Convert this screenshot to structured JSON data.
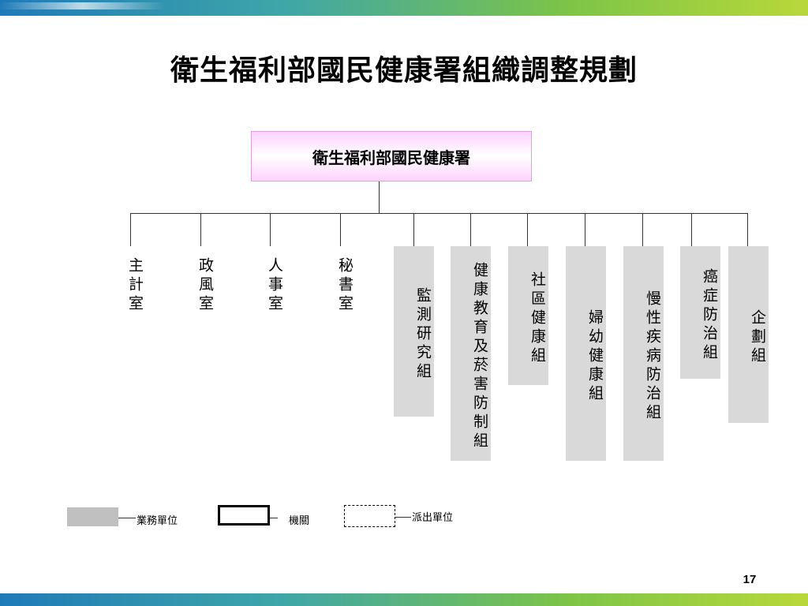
{
  "slide": {
    "title": "衛生福利部國民健康署組織調整規劃",
    "page_number": "17"
  },
  "org": {
    "root": "衛生福利部國民健康署",
    "offices": [
      {
        "label": "主計室"
      },
      {
        "label": "政風室"
      },
      {
        "label": "人事室"
      },
      {
        "label": "秘書室"
      }
    ],
    "divisions": [
      {
        "label": "監測研究組"
      },
      {
        "label": "健康教育及菸害防制組"
      },
      {
        "label": "社區健康組"
      },
      {
        "label": "婦幼健康組"
      },
      {
        "label": "慢性疾病防治組"
      },
      {
        "label": "癌症防治組"
      },
      {
        "label": "企劃組"
      }
    ]
  },
  "legend": {
    "business_unit": "業務單位",
    "agency": "機關",
    "dispatched_unit": "派出單位"
  },
  "colors": {
    "business_unit_fill": "#d9d9d9",
    "root_fill": "#ffd2ff",
    "band_start": "#1f7ab8",
    "band_end": "#b8d83a"
  }
}
